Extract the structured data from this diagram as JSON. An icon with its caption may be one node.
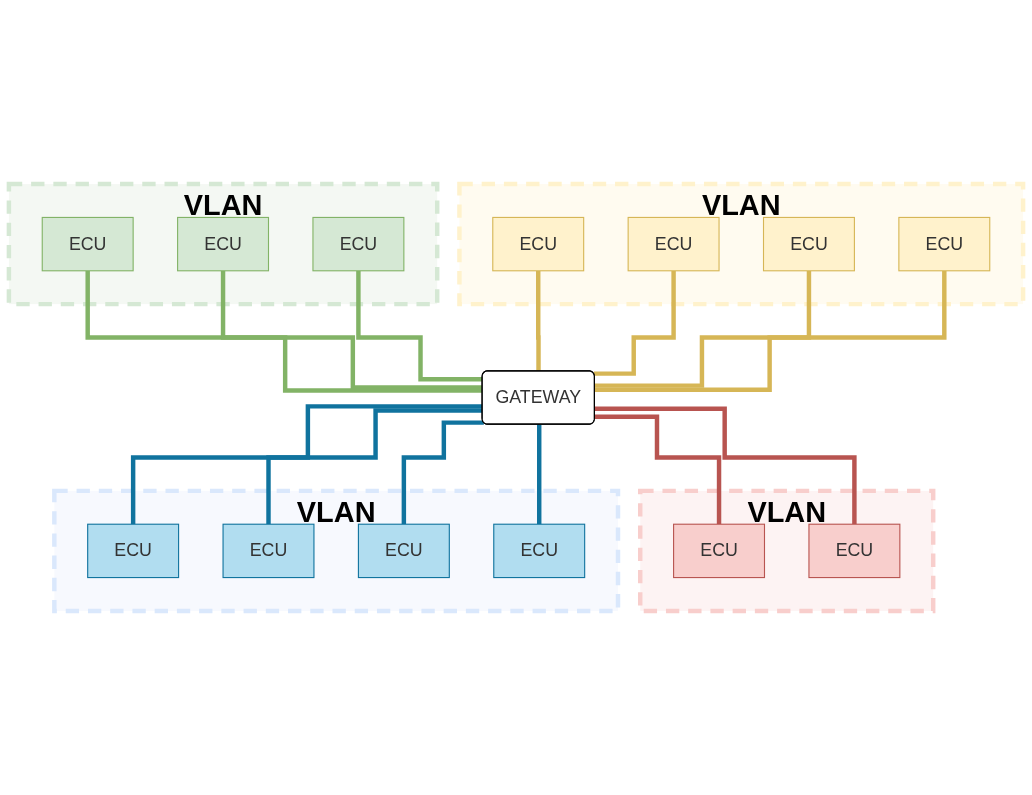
{
  "diagram": {
    "nodes": [
      {
        "text": [
          "VLAN"
        ]
      },
      {
        "text": [
          "ECU"
        ],
        "in": 0
      },
      {
        "text": [
          "ECU"
        ],
        "in": 0
      },
      {
        "text": [
          "ECU"
        ],
        "in": 0
      },
      {
        "text": [
          "VLAN"
        ]
      },
      {
        "text": [
          "ECU"
        ],
        "in": 4
      },
      {
        "text": [
          "ECU"
        ],
        "in": 4
      },
      {
        "text": [
          "ECU"
        ],
        "in": 4
      },
      {
        "text": [
          "ECU"
        ],
        "in": 4
      },
      {
        "text": [
          "GATEWAY"
        ]
      },
      {
        "text": [
          "VLAN"
        ]
      },
      {
        "text": [
          "ECU"
        ],
        "in": 10
      },
      {
        "text": [
          "ECU"
        ],
        "in": 10
      },
      {
        "text": [
          "VLAN"
        ]
      },
      {
        "text": [
          "ECU"
        ],
        "in": 13
      },
      {
        "text": [
          "ECU"
        ],
        "in": 13
      },
      {
        "text": [
          "ECU"
        ],
        "in": 13
      },
      {
        "text": [
          "ECU"
        ],
        "in": 13
      }
    ],
    "edges": [
      {
        "from": 1,
        "to": 9,
        "arrow": "none",
        "color": "#82b366"
      },
      {
        "from": 2,
        "to": 9,
        "arrow": "none",
        "color": "#82b366"
      },
      {
        "from": 3,
        "to": 9,
        "arrow": "none",
        "color": "#82b366"
      },
      {
        "from": 5,
        "to": 9,
        "arrow": "none",
        "color": "#d6b656"
      },
      {
        "from": 6,
        "to": 9,
        "arrow": "none",
        "color": "#d6b656"
      },
      {
        "from": 7,
        "to": 9,
        "arrow": "none",
        "color": "#d6b656"
      },
      {
        "from": 8,
        "to": 9,
        "arrow": "none",
        "color": "#d6b656"
      },
      {
        "from": 9,
        "to": 11,
        "arrow": "none",
        "color": "#b85450"
      },
      {
        "from": 9,
        "to": 12,
        "arrow": "none",
        "color": "#b85450"
      },
      {
        "from": 9,
        "to": 14,
        "arrow": "none",
        "color": "#10739e"
      },
      {
        "from": 9,
        "to": 15,
        "arrow": "none",
        "color": "#10739e"
      },
      {
        "from": 9,
        "to": 16,
        "arrow": "none",
        "color": "#10739e"
      },
      {
        "from": 9,
        "to": 17,
        "arrow": "none",
        "color": "#10739e"
      }
    ]
  }
}
